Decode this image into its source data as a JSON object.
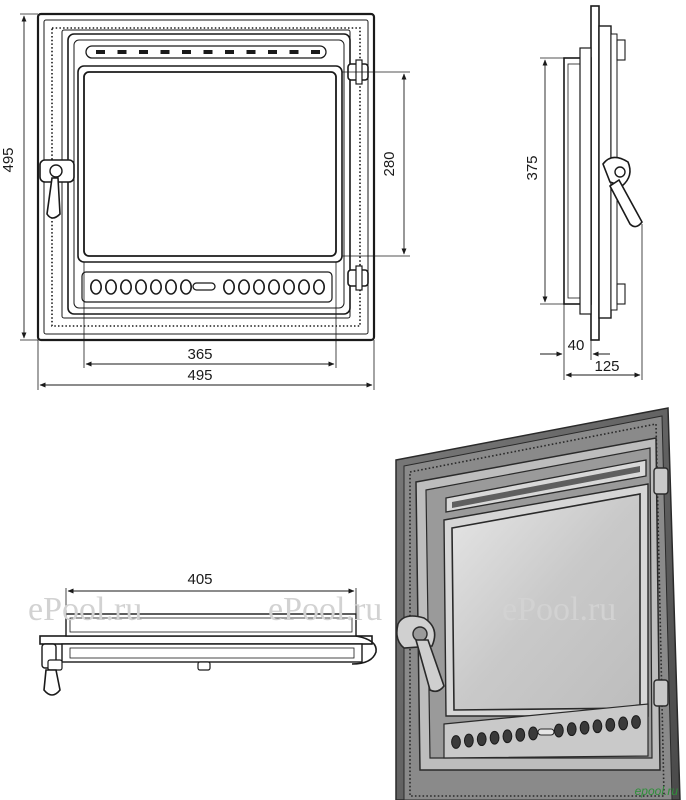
{
  "front_view": {
    "height_label": "495",
    "glass_height_label": "280",
    "glass_width_label": "365",
    "width_label": "495"
  },
  "side_view": {
    "height_label": "375",
    "depth_label": "40",
    "total_depth_label": "125"
  },
  "top_view": {
    "width_label": "405"
  },
  "watermarks": [
    "ePool.ru",
    "ePool.ru",
    "ePool.ru"
  ],
  "logo": "epool.ru",
  "colors": {
    "line": "#1a1a1a",
    "metal": "#5a5a5a",
    "frame_light": "#d9d9d9",
    "glass": "#cfcfcf",
    "watermark": "#d2d2d2",
    "logo": "#2f8f3a"
  }
}
